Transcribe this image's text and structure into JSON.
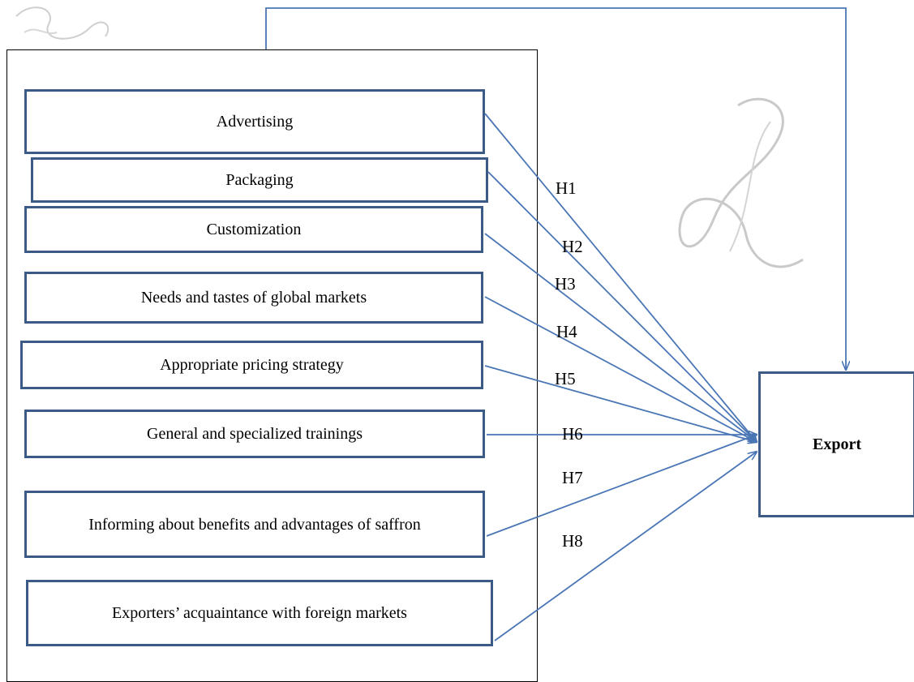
{
  "factors": [
    {
      "id": "advertising",
      "label": "Advertising",
      "hypothesis": "H1"
    },
    {
      "id": "packaging",
      "label": "Packaging",
      "hypothesis": "H2"
    },
    {
      "id": "customization",
      "label": "Customization",
      "hypothesis": "H3"
    },
    {
      "id": "needs-tastes",
      "label": "Needs and tastes of global markets",
      "hypothesis": "H4"
    },
    {
      "id": "pricing",
      "label": "Appropriate pricing strategy",
      "hypothesis": "H5"
    },
    {
      "id": "trainings",
      "label": "General and specialized trainings",
      "hypothesis": "H6"
    },
    {
      "id": "informing",
      "label": "Informing about benefits and advantages of saffron",
      "hypothesis": "H7"
    },
    {
      "id": "acquaintance",
      "label": "Exporters’ acquaintance with foreign markets",
      "hypothesis": "H8"
    }
  ],
  "target": {
    "label": "Export"
  },
  "colors": {
    "box_border": "#3b5a85",
    "arrow": "#4a76b5",
    "frame": "#000000"
  }
}
